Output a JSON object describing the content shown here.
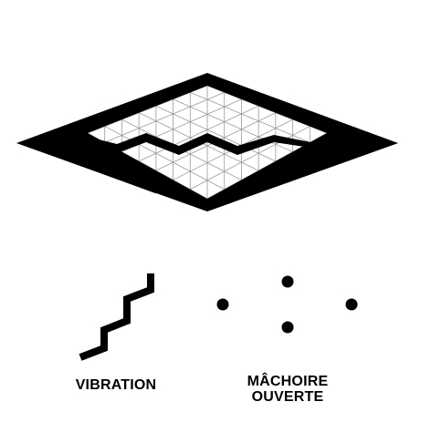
{
  "colors": {
    "ink": "#000000",
    "background": "#ffffff",
    "grid_line": "#9a9a9a"
  },
  "diagram": {
    "main_figure": "jaw-grid-diamond",
    "items": [
      {
        "name": "vibration",
        "label": "VIBRATION",
        "icon": "zigzag-stair-icon"
      },
      {
        "name": "open-jaw",
        "label_lines": [
          "MÂCHOIRE",
          "OUVERTE"
        ],
        "icon": "four-dot-diamond-icon"
      }
    ]
  }
}
